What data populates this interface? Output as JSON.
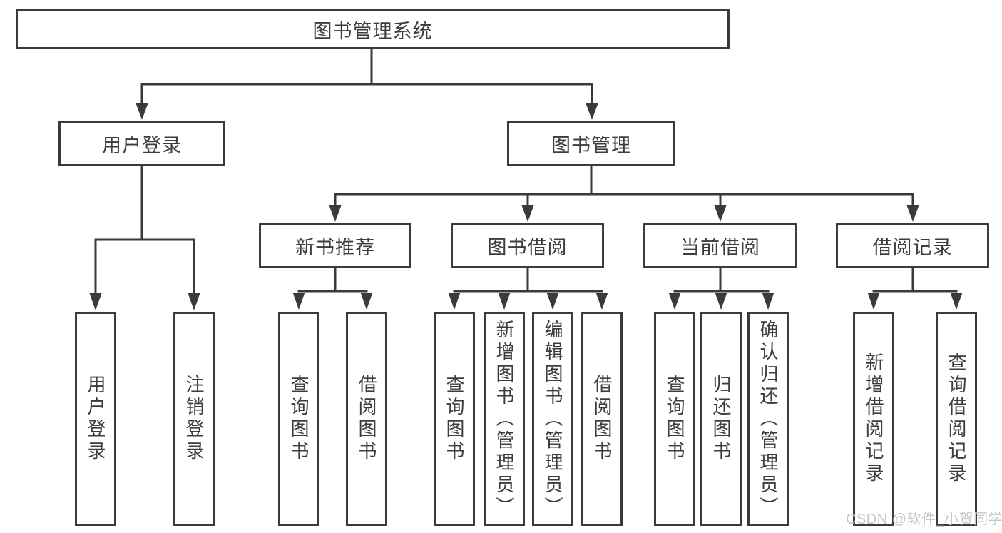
{
  "tree": {
    "label": "图书管理系统",
    "children": [
      {
        "label": "用户登录",
        "children": [
          {
            "label": "用户登录"
          },
          {
            "label": "注销登录"
          }
        ]
      },
      {
        "label": "图书管理",
        "children": [
          {
            "label": "新书推荐",
            "children": [
              {
                "label": "查询图书"
              },
              {
                "label": "借阅图书"
              }
            ]
          },
          {
            "label": "图书借阅",
            "children": [
              {
                "label": "查询图书"
              },
              {
                "label": "新增图书（管理员）"
              },
              {
                "label": "编辑图书（管理员）"
              },
              {
                "label": "借阅图书"
              }
            ]
          },
          {
            "label": "当前借阅",
            "children": [
              {
                "label": "查询图书"
              },
              {
                "label": "归还图书"
              },
              {
                "label": "确认归还（管理员）"
              }
            ]
          },
          {
            "label": "借阅记录",
            "children": [
              {
                "label": "新增借阅记录"
              },
              {
                "label": "查询借阅记录"
              }
            ]
          }
        ]
      }
    ]
  },
  "watermark": {
    "text": "CSDN @软件_小贺同学"
  },
  "colors": {
    "line": "#3a3a3a",
    "box_border": "#3b3b3b",
    "text": "#3d3d3d",
    "watermark": "#c6c6c6",
    "background": "#ffffff"
  }
}
